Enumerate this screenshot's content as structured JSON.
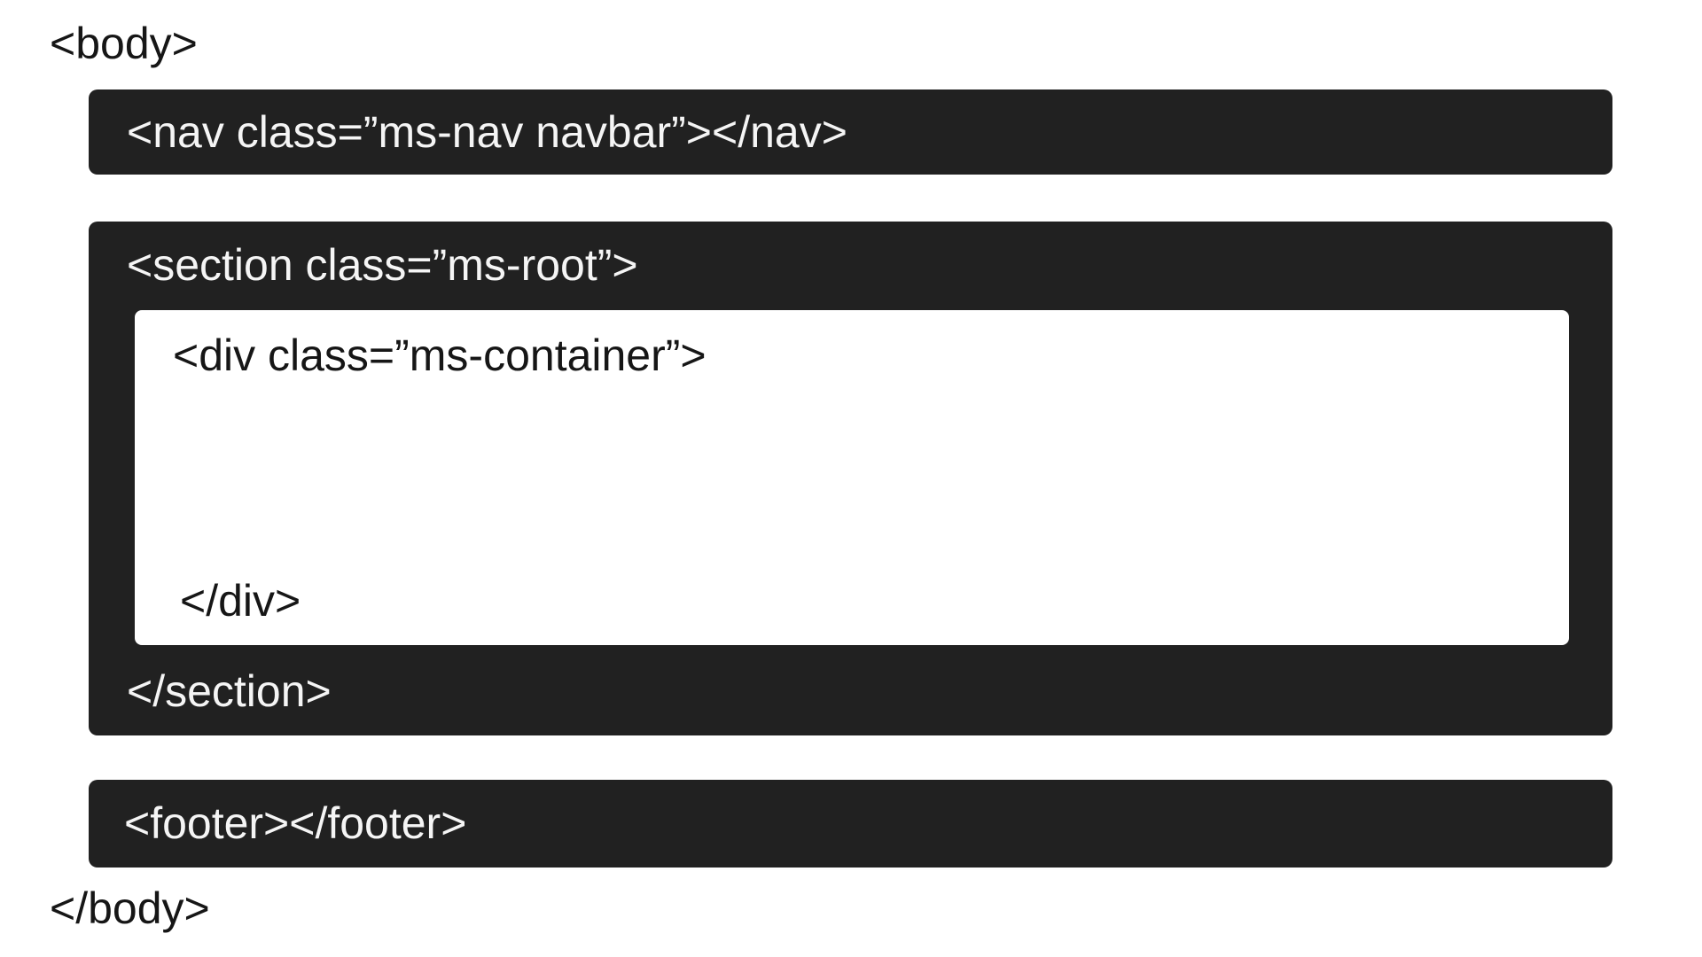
{
  "diagram": {
    "title": "html-body-structure-diagram",
    "body_open_label": "<body>",
    "nav_label": "<nav class=”ms-nav navbar”></nav>",
    "section_open_label": "<section class=”ms-root”>",
    "div_open_label": "<div class=”ms-container”>",
    "div_close_label": "</div>",
    "section_close_label": "</section>",
    "footer_label": "<footer></footer>",
    "body_close_label": "</body>"
  },
  "colors": {
    "box_dark": "#212121",
    "box_text": "#f5f5f5",
    "label_text": "#161616",
    "container_background": "#ffffff",
    "page_background": "#ffffff"
  }
}
